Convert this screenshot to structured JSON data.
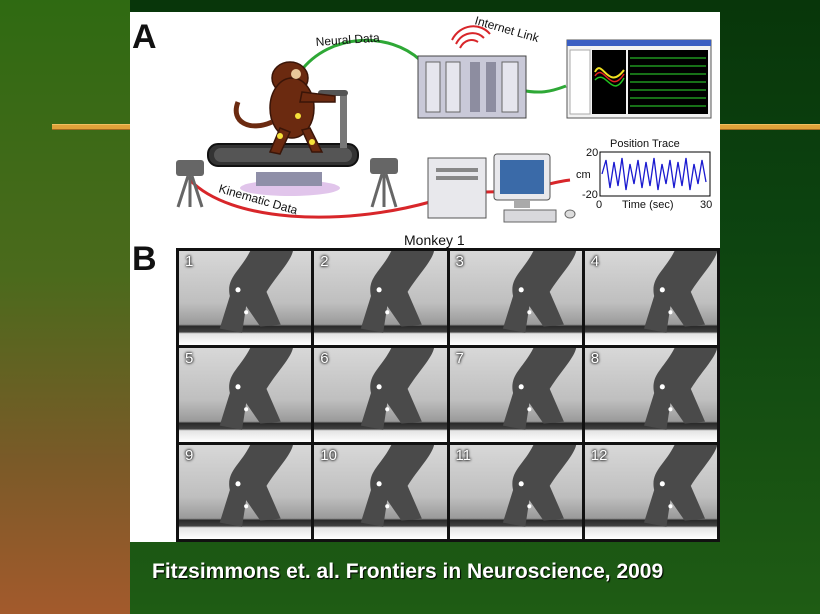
{
  "slide": {
    "citation": "Fitzsimmons et. al. Frontiers in Neuroscience, 2009",
    "colors": {
      "accent_rule": "#e0a23a",
      "bg_dark_green": "#0d4410",
      "bg_brown": "#a35a2c"
    }
  },
  "panel_a": {
    "letter": "A",
    "labels": {
      "neural_data": "Neural Data",
      "internet_link": "Internet Link",
      "kinematic_data": "Kinematic Data",
      "position_trace": "Position Trace",
      "y_top": "20",
      "y_unit": "cm",
      "y_bottom": "-20",
      "x_start": "0",
      "x_label": "Time (sec)",
      "x_end": "30"
    },
    "colors": {
      "neural_line": "#2ea836",
      "kinematic_line": "#d8262a",
      "trace": "#1a1ad0",
      "monkey": "#6b2a10"
    }
  },
  "panel_b": {
    "letter": "B",
    "title": "Monkey 1",
    "frames": [
      "1",
      "2",
      "3",
      "4",
      "5",
      "6",
      "7",
      "8",
      "9",
      "10",
      "11",
      "12"
    ]
  }
}
